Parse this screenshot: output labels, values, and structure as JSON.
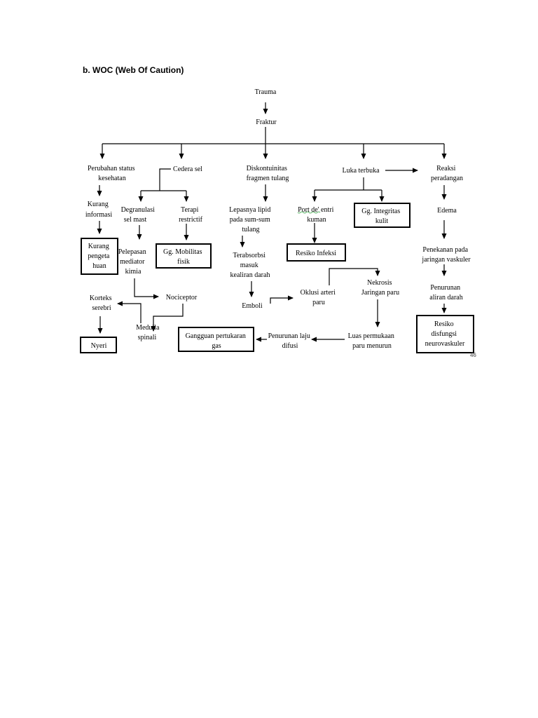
{
  "heading": "b.  WOC (Web Of Caution)",
  "page_number": "46",
  "nodes": {
    "trauma": [
      "Trauma"
    ],
    "fraktur": [
      "Fraktur"
    ],
    "perubahan_status": [
      "Perubahan status",
      "kesehatan"
    ],
    "cedera_sel": [
      "Cedera sel"
    ],
    "diskontuinitas": [
      "Diskontuinitas",
      "fragmen tulang"
    ],
    "luka_terbuka": [
      "Luka terbuka"
    ],
    "reaksi_peradangan": [
      "Reaksi",
      "peradangan"
    ],
    "kurang_informasi": [
      "Kurang",
      "informasi"
    ],
    "kurang_pengetahuan": [
      "Kurang",
      "pengeta",
      "huan"
    ],
    "degranulasi": [
      "Degranulasi",
      "sel mast"
    ],
    "terapi_restrictif": [
      "Terapi",
      "restrictif"
    ],
    "gg_mobilitas": [
      "Gg. Mobilitas",
      "fisik"
    ],
    "lepasnya_lipid": [
      "Lepasnya lipid",
      "pada sum-sum",
      "tulang"
    ],
    "port_de_entri": [
      "Port  de' entri",
      "kuman"
    ],
    "gg_integritas": [
      "Gg. Integritas",
      "kulit"
    ],
    "edema": [
      "Edema"
    ],
    "pelepasan_mediator": [
      "Pelepasan",
      "mediator",
      "kimia"
    ],
    "terabsorbsi": [
      "Terabsorbsi",
      "masuk",
      "kealiran darah"
    ],
    "resiko_infeksi": [
      "Resiko Infeksi"
    ],
    "penekanan": [
      "Penekanan pada",
      "jaringan vaskuler"
    ],
    "nekrosis": [
      "Nekrosis",
      "Jaringan paru"
    ],
    "korteks": [
      "Korteks",
      "serebri"
    ],
    "nociceptor": [
      "Nociceptor"
    ],
    "oklusi": [
      "Oklusi arteri",
      "paru"
    ],
    "emboli": [
      "Emboli"
    ],
    "penurunan_aliran": [
      "Penurunan",
      "aliran darah"
    ],
    "nyeri": [
      "Nyeri"
    ],
    "medulla": [
      "Medulla",
      "spinali"
    ],
    "gangguan_pertukaran": [
      "Gangguan pertukaran",
      "gas"
    ],
    "penurunan_laju": [
      "Penurunan laju",
      "difusi"
    ],
    "luas_permukaan": [
      "Luas permukaan",
      "paru menurun"
    ],
    "resiko_disfungsi": [
      "Resiko",
      "disfungsi",
      "neurovaskuler"
    ]
  },
  "boxed_nodes": [
    "kurang_pengetahuan",
    "gg_mobilitas",
    "gg_integritas",
    "resiko_infeksi",
    "nyeri",
    "gangguan_pertukaran",
    "resiko_disfungsi"
  ],
  "edges": [
    [
      "trauma",
      "fraktur"
    ],
    [
      "fraktur",
      "perubahan_status"
    ],
    [
      "fraktur",
      "cedera_sel"
    ],
    [
      "fraktur",
      "diskontuinitas"
    ],
    [
      "fraktur",
      "luka_terbuka"
    ],
    [
      "fraktur",
      "reaksi_peradangan"
    ],
    [
      "luka_terbuka",
      "reaksi_peradangan"
    ],
    [
      "perubahan_status",
      "kurang_informasi"
    ],
    [
      "kurang_informasi",
      "kurang_pengetahuan"
    ],
    [
      "cedera_sel",
      "degranulasi"
    ],
    [
      "cedera_sel",
      "terapi_restrictif"
    ],
    [
      "terapi_restrictif",
      "gg_mobilitas"
    ],
    [
      "degranulasi",
      "pelepasan_mediator"
    ],
    [
      "pelepasan_mediator",
      "nociceptor"
    ],
    [
      "nociceptor",
      "medulla"
    ],
    [
      "medulla",
      "korteks"
    ],
    [
      "korteks",
      "nyeri"
    ],
    [
      "diskontuinitas",
      "lepasnya_lipid"
    ],
    [
      "lepasnya_lipid",
      "terabsorbsi"
    ],
    [
      "terabsorbsi",
      "emboli"
    ],
    [
      "emboli",
      "oklusi"
    ],
    [
      "luka_terbuka",
      "port_de_entri"
    ],
    [
      "luka_terbuka",
      "gg_integritas"
    ],
    [
      "port_de_entri",
      "resiko_infeksi"
    ],
    [
      "oklusi",
      "nekrosis"
    ],
    [
      "nekrosis",
      "luas_permukaan"
    ],
    [
      "luas_permukaan",
      "penurunan_laju"
    ],
    [
      "penurunan_laju",
      "gangguan_pertukaran"
    ],
    [
      "reaksi_peradangan",
      "edema"
    ],
    [
      "edema",
      "penekanan"
    ],
    [
      "penekanan",
      "penurunan_aliran"
    ],
    [
      "penurunan_aliran",
      "resiko_disfungsi"
    ]
  ]
}
